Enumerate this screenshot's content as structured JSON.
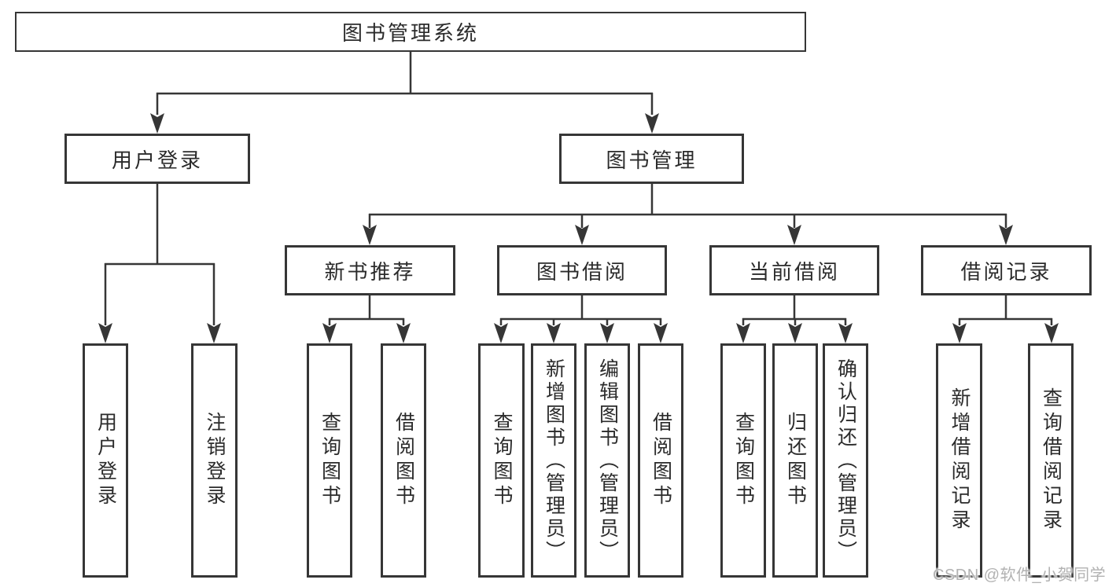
{
  "diagram": {
    "title_node": {
      "label": "图书管理系统"
    },
    "level2": [
      {
        "label": "用户登录"
      },
      {
        "label": "图书管理"
      }
    ],
    "level3": [
      {
        "label": "新书推荐"
      },
      {
        "label": "图书借阅"
      },
      {
        "label": "当前借阅"
      },
      {
        "label": "借阅记录"
      }
    ],
    "leaves": [
      {
        "label": "用户登录",
        "parent": "用户登录"
      },
      {
        "label": "注销登录",
        "parent": "用户登录"
      },
      {
        "label": "查询图书",
        "parent": "新书推荐"
      },
      {
        "label": "借阅图书",
        "parent": "新书推荐"
      },
      {
        "label": "查询图书",
        "parent": "图书借阅"
      },
      {
        "label": "新增图书（管理员）",
        "parent": "图书借阅"
      },
      {
        "label": "编辑图书（管理员）",
        "parent": "图书借阅"
      },
      {
        "label": "借阅图书",
        "parent": "图书借阅"
      },
      {
        "label": "查询图书",
        "parent": "当前借阅"
      },
      {
        "label": "归还图书",
        "parent": "当前借阅"
      },
      {
        "label": "确认归还（管理员）",
        "parent": "当前借阅"
      },
      {
        "label": "新增借阅记录",
        "parent": "借阅记录"
      },
      {
        "label": "查询借阅记录",
        "parent": "借阅记录"
      }
    ]
  },
  "watermark": {
    "text": "CSDN @软件_小贺同学"
  },
  "colors": {
    "line": "#363636",
    "text": "#2b2b2b",
    "box_fill": "#ffffff",
    "watermark": "#b2b2b2",
    "background": "#ffffff"
  }
}
